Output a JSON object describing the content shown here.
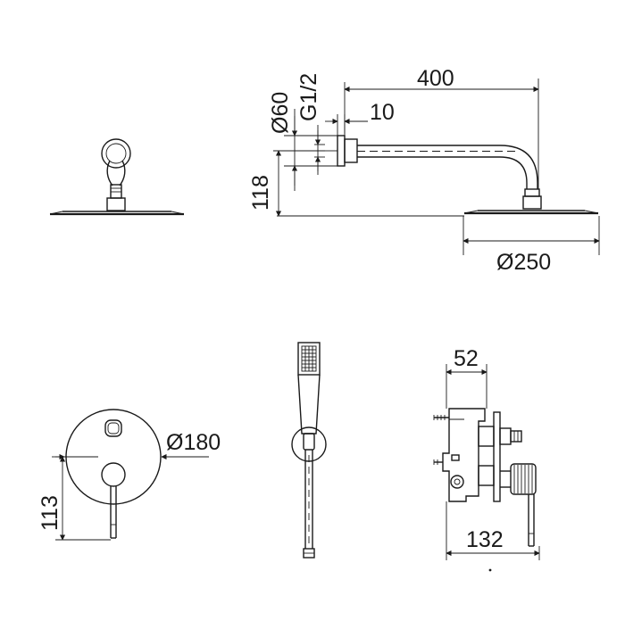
{
  "dimensions": {
    "arm_length": "400",
    "pipe_diameter": "Ø60",
    "thread": "G1/2",
    "offset": "10",
    "height_drop": "118",
    "head_diameter": "Ø250",
    "plate_diameter": "Ø180",
    "valve_height": "113",
    "valve_depth_inner": "52",
    "valve_depth_total": "132"
  },
  "colors": {
    "line": "#1a1a1a",
    "background": "#ffffff"
  }
}
